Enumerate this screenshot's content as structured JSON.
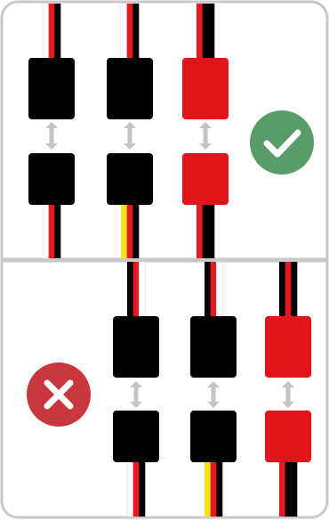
{
  "colors": {
    "frame": "#c8c8c8",
    "housing_black": "#000000",
    "housing_red": "#e0151b",
    "wire_white": "#ffffff",
    "wire_red": "#e31a1f",
    "wire_black": "#000000",
    "wire_yellow": "#f2e21b",
    "arrow": "#c4c4c4",
    "correct_badge": "#5a9b6a",
    "wrong_badge": "#c9363c",
    "mark": "#ffffff"
  },
  "panels": [
    {
      "name": "correct",
      "badge": "check-icon",
      "pairs": [
        {
          "top": {
            "housing": "black",
            "wires": [
              "white",
              "red",
              "black"
            ]
          },
          "bottom": {
            "housing": "black",
            "wires": [
              "white",
              "red",
              "black"
            ]
          }
        },
        {
          "top": {
            "housing": "black",
            "wires": [
              "white",
              "red",
              "black"
            ]
          },
          "bottom": {
            "housing": "black",
            "wires": [
              "yellow",
              "red",
              "black"
            ]
          }
        },
        {
          "top": {
            "housing": "red",
            "wires": [
              "red",
              "black",
              "black"
            ]
          },
          "bottom": {
            "housing": "red",
            "wires": [
              "red",
              "black",
              "black"
            ]
          }
        }
      ]
    },
    {
      "name": "wrong",
      "badge": "cross-icon",
      "pairs": [
        {
          "top": {
            "housing": "black",
            "wires": [
              "black",
              "red",
              "white"
            ]
          },
          "bottom": {
            "housing": "black",
            "wires": [
              "white",
              "red",
              "black"
            ]
          }
        },
        {
          "top": {
            "housing": "black",
            "wires": [
              "black",
              "red",
              "white"
            ]
          },
          "bottom": {
            "housing": "black",
            "wires": [
              "yellow",
              "red",
              "black"
            ]
          }
        },
        {
          "top": {
            "housing": "red",
            "wires": [
              "black",
              "red",
              "black"
            ]
          },
          "bottom": {
            "housing": "red",
            "wires": [
              "red",
              "black",
              "black"
            ]
          }
        }
      ]
    }
  ]
}
